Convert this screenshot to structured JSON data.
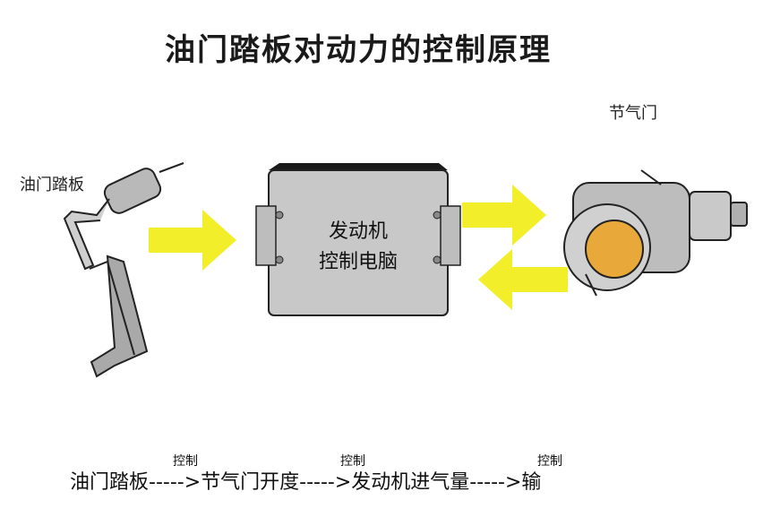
{
  "title": "油门踏板对动力的控制原理",
  "labels": {
    "pedal": "油门踏板",
    "throttle": "节气门",
    "ecu_line1": "发动机",
    "ecu_line2": "控制电脑"
  },
  "chain": {
    "text": "油门踏板----->节气门开度----->发动机进气量----->输",
    "control_labels": [
      "控制",
      "控制",
      "控制"
    ]
  },
  "colors": {
    "arrow": "#f2ee2a",
    "ecu_body": "#c8c8c8",
    "ecu_top": "#1a1a1a",
    "throttle_bore": "#e8a83a"
  }
}
